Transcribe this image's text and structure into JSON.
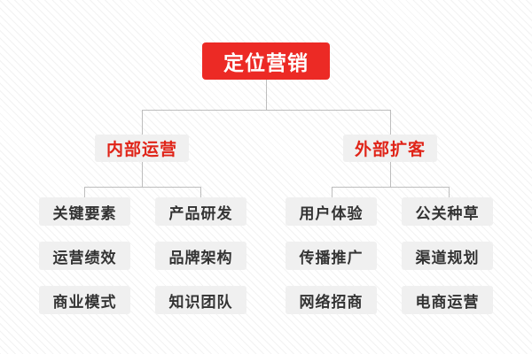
{
  "diagram": {
    "type": "org-tree",
    "background": {
      "pattern": "diagonal-hairline-stripes",
      "base_color": "#fdfdfd",
      "stripe_color": "#f2f2f2"
    },
    "colors": {
      "root_fill": "#ec2a25",
      "root_text": "#ffffff",
      "branch_fill": "#f0f0f0",
      "branch_text": "#e02418",
      "leaf_fill": "#f0f0f0",
      "leaf_text": "#333333",
      "connector": "#bdbdbd"
    },
    "root": {
      "label": "定位营销"
    },
    "branches": [
      {
        "label": "内部运营",
        "columns": [
          {
            "items": [
              "关键要素",
              "运营绩效",
              "商业模式"
            ]
          },
          {
            "items": [
              "产品研发",
              "品牌架构",
              "知识团队"
            ]
          }
        ]
      },
      {
        "label": "外部扩客",
        "columns": [
          {
            "items": [
              "用户体验",
              "传播推广",
              "网络招商"
            ]
          },
          {
            "items": [
              "公关种草",
              "渠道规划",
              "电商运营"
            ]
          }
        ]
      }
    ]
  }
}
